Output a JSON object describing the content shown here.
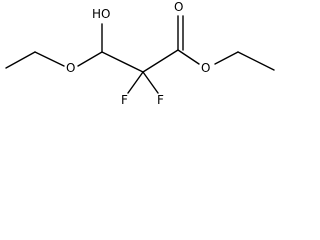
{
  "molecule": {
    "atoms": {
      "oh": "HO",
      "o_ether": "O",
      "o_carbonyl": "O",
      "o_ester": "O",
      "f_left": "F",
      "f_right": "F"
    },
    "colors": {
      "background": "#ffffff",
      "ink": "#000000"
    }
  }
}
